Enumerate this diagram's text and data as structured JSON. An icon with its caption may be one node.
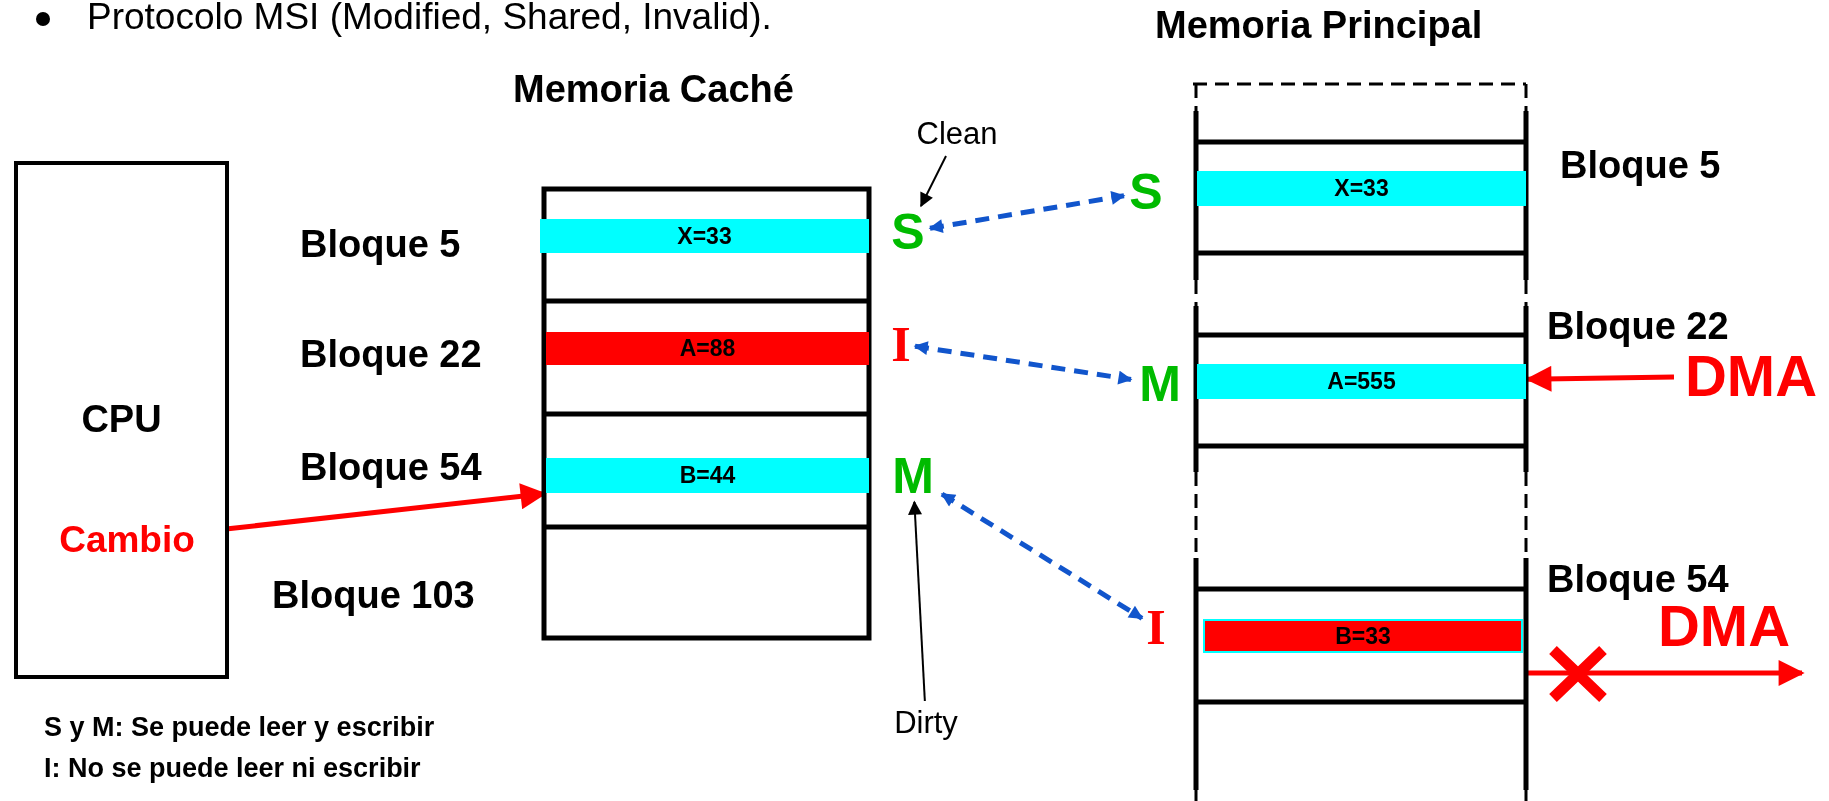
{
  "diagram": {
    "nodes": [
      {
        "text": [
          "CPU"
        ]
      },
      {
        "text": [
          "Cambio"
        ],
        "in": 0
      },
      {
        "text": [
          "Memoria Caché"
        ]
      },
      {
        "text": [
          "X=33"
        ],
        "in": 2,
        "beside": [
          "Bloque 5"
        ]
      },
      {
        "text": [
          "A=88"
        ],
        "in": 2,
        "beside": [
          "Bloque 22"
        ]
      },
      {
        "text": [
          "B=44"
        ],
        "in": 2,
        "beside": [
          "Bloque 54"
        ]
      },
      {
        "text": [
          "S"
        ]
      },
      {
        "text": [
          "I"
        ]
      },
      {
        "text": [
          "M"
        ]
      },
      {
        "text": [
          "Clean"
        ]
      },
      {
        "text": [
          "Dirty"
        ]
      },
      {
        "text": [
          "Memoria Principal"
        ]
      },
      {
        "text": [
          "X=33"
        ],
        "in": 11,
        "beside": [
          "Bloque 5"
        ]
      },
      {
        "text": [
          "A=555"
        ],
        "in": 11,
        "beside": [
          "Bloque 22"
        ]
      },
      {
        "text": [
          "B=33"
        ],
        "in": 11
      },
      {
        "text": [
          "S"
        ]
      },
      {
        "text": [
          "M"
        ]
      },
      {
        "text": [
          "I"
        ]
      },
      {
        "text": [
          "DMA"
        ]
      },
      {
        "text": [
          "DMA"
        ]
      }
    ],
    "edges": [
      {
        "from": 1,
        "to": 5,
        "arrow": "to",
        "color": "#ff0000"
      },
      {
        "from": 9,
        "to": 6,
        "arrow": "to",
        "color": "#000000"
      },
      {
        "from": 10,
        "to": 8,
        "arrow": "to",
        "color": "#000000"
      },
      {
        "from": 6,
        "to": 15,
        "arrow": "both",
        "style": "dashed",
        "color": "#1155cc"
      },
      {
        "from": 7,
        "to": 16,
        "arrow": "both",
        "style": "dashed",
        "color": "#1155cc"
      },
      {
        "from": 8,
        "to": 17,
        "arrow": "both",
        "style": "dashed",
        "color": "#1155cc"
      },
      {
        "from": 18,
        "to": 13,
        "arrow": "to",
        "color": "#ff0000"
      },
      {
        "from": 14,
        "to": 19,
        "arrow": "to",
        "color": "#ff0000"
      }
    ],
    "labels": [
      "Protocolo MSI (Modified, Shared, Invalid).",
      "Bloque 103",
      "Bloque 54",
      "S y M: Se puede leer y escribir",
      "I: No se puede leer ni escribir"
    ]
  }
}
